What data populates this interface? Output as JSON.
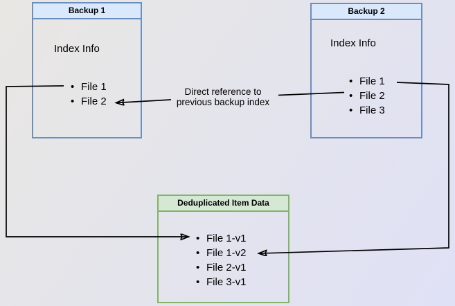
{
  "backup1": {
    "title": "Backup 1",
    "subtitle": "Index Info",
    "files": [
      "File 1",
      "File 2"
    ]
  },
  "backup2": {
    "title": "Backup 2",
    "subtitle": "Index Info",
    "files": [
      "File 1",
      "File 2",
      "File 3"
    ]
  },
  "dedup": {
    "title": "Deduplicated Item Data",
    "files": [
      "File 1-v1",
      "File 1-v2",
      "File 2-v1",
      "File 3-v1"
    ]
  },
  "annotation": {
    "line1": "Direct reference to",
    "line2": "previous backup index"
  },
  "colors": {
    "blue_border": "#6c8ebf",
    "blue_fill": "#dae8fc",
    "green_border": "#82b366",
    "green_fill": "#d5e8d4",
    "arrow": "#000000"
  }
}
